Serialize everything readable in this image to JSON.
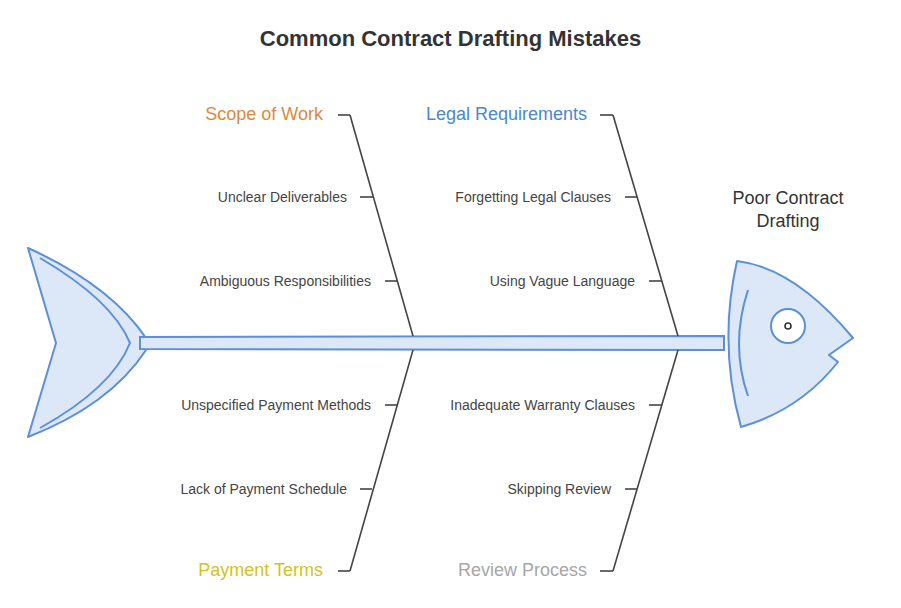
{
  "diagram": {
    "title": "Common Contract Drafting Mistakes",
    "nodes": [
      {
        "text": [
          "Poor Contract Drafting"
        ]
      }
    ],
    "labels": [
      "Scope of Work",
      "Unclear Deliverables",
      "Ambiguous Responsibilities",
      "Legal Requirements",
      "Forgetting Legal Clauses",
      "Using Vague Language",
      "Unspecified Payment Methods",
      "Lack of Payment Schedule",
      "Inadequate Warranty Clauses",
      "Skipping Review",
      "Payment Terms",
      "Review Process"
    ]
  }
}
